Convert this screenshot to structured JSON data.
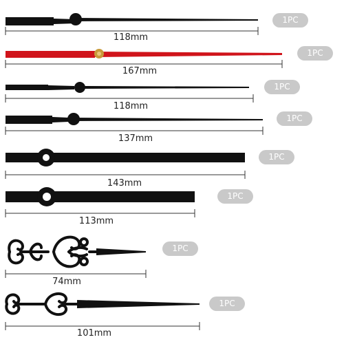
{
  "hands": [
    {
      "id": "hand-1",
      "length": "118mm",
      "qty": "1PC"
    },
    {
      "id": "hand-2",
      "length": "167mm",
      "qty": "1PC"
    },
    {
      "id": "hand-3",
      "length": "118mm",
      "qty": "1PC"
    },
    {
      "id": "hand-4",
      "length": "137mm",
      "qty": "1PC"
    },
    {
      "id": "hand-5",
      "length": "143mm",
      "qty": "1PC"
    },
    {
      "id": "hand-6",
      "length": "113mm",
      "qty": "1PC"
    },
    {
      "id": "hand-7",
      "length": "74mm",
      "qty": "1PC"
    },
    {
      "id": "hand-8",
      "length": "101mm",
      "qty": "1PC"
    }
  ],
  "colors": {
    "hand": "#111111",
    "second_hand": "#d0141b",
    "hub_brass": "#c89a3a",
    "badge_bg": "#c9c9c9",
    "dimension_line": "#333333"
  }
}
